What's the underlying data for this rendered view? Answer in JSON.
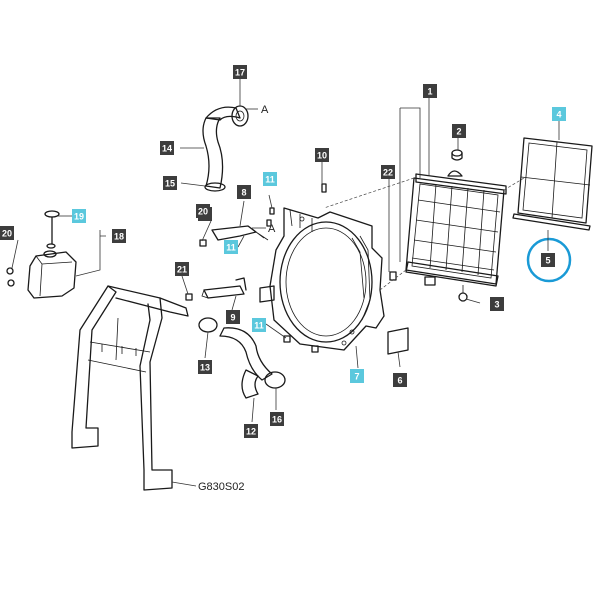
{
  "diagram_ref": "G830S02",
  "connector_label": "A",
  "colors": {
    "callout_dark": "#3d3d3d",
    "callout_highlight": "#5bc8dd",
    "circle_highlight": "#1a9ad6"
  },
  "callouts": [
    {
      "label": "1",
      "kind": "dark"
    },
    {
      "label": "2",
      "kind": "dark"
    },
    {
      "label": "3",
      "kind": "dark"
    },
    {
      "label": "4",
      "kind": "highlight"
    },
    {
      "label": "5",
      "kind": "dark"
    },
    {
      "label": "6",
      "kind": "dark"
    },
    {
      "label": "7",
      "kind": "highlight"
    },
    {
      "label": "8",
      "kind": "dark"
    },
    {
      "label": "9",
      "kind": "dark"
    },
    {
      "label": "10",
      "kind": "dark"
    },
    {
      "label": "11",
      "kind": "highlight"
    },
    {
      "label": "11",
      "kind": "highlight"
    },
    {
      "label": "11",
      "kind": "highlight"
    },
    {
      "label": "12",
      "kind": "dark"
    },
    {
      "label": "13",
      "kind": "dark"
    },
    {
      "label": "13",
      "kind": "dark"
    },
    {
      "label": "14",
      "kind": "dark"
    },
    {
      "label": "15",
      "kind": "dark"
    },
    {
      "label": "16",
      "kind": "dark"
    },
    {
      "label": "17",
      "kind": "dark"
    },
    {
      "label": "18",
      "kind": "dark"
    },
    {
      "label": "19",
      "kind": "highlight"
    },
    {
      "label": "20",
      "kind": "dark"
    },
    {
      "label": "20",
      "kind": "dark"
    },
    {
      "label": "21",
      "kind": "dark"
    },
    {
      "label": "22",
      "kind": "dark"
    }
  ]
}
